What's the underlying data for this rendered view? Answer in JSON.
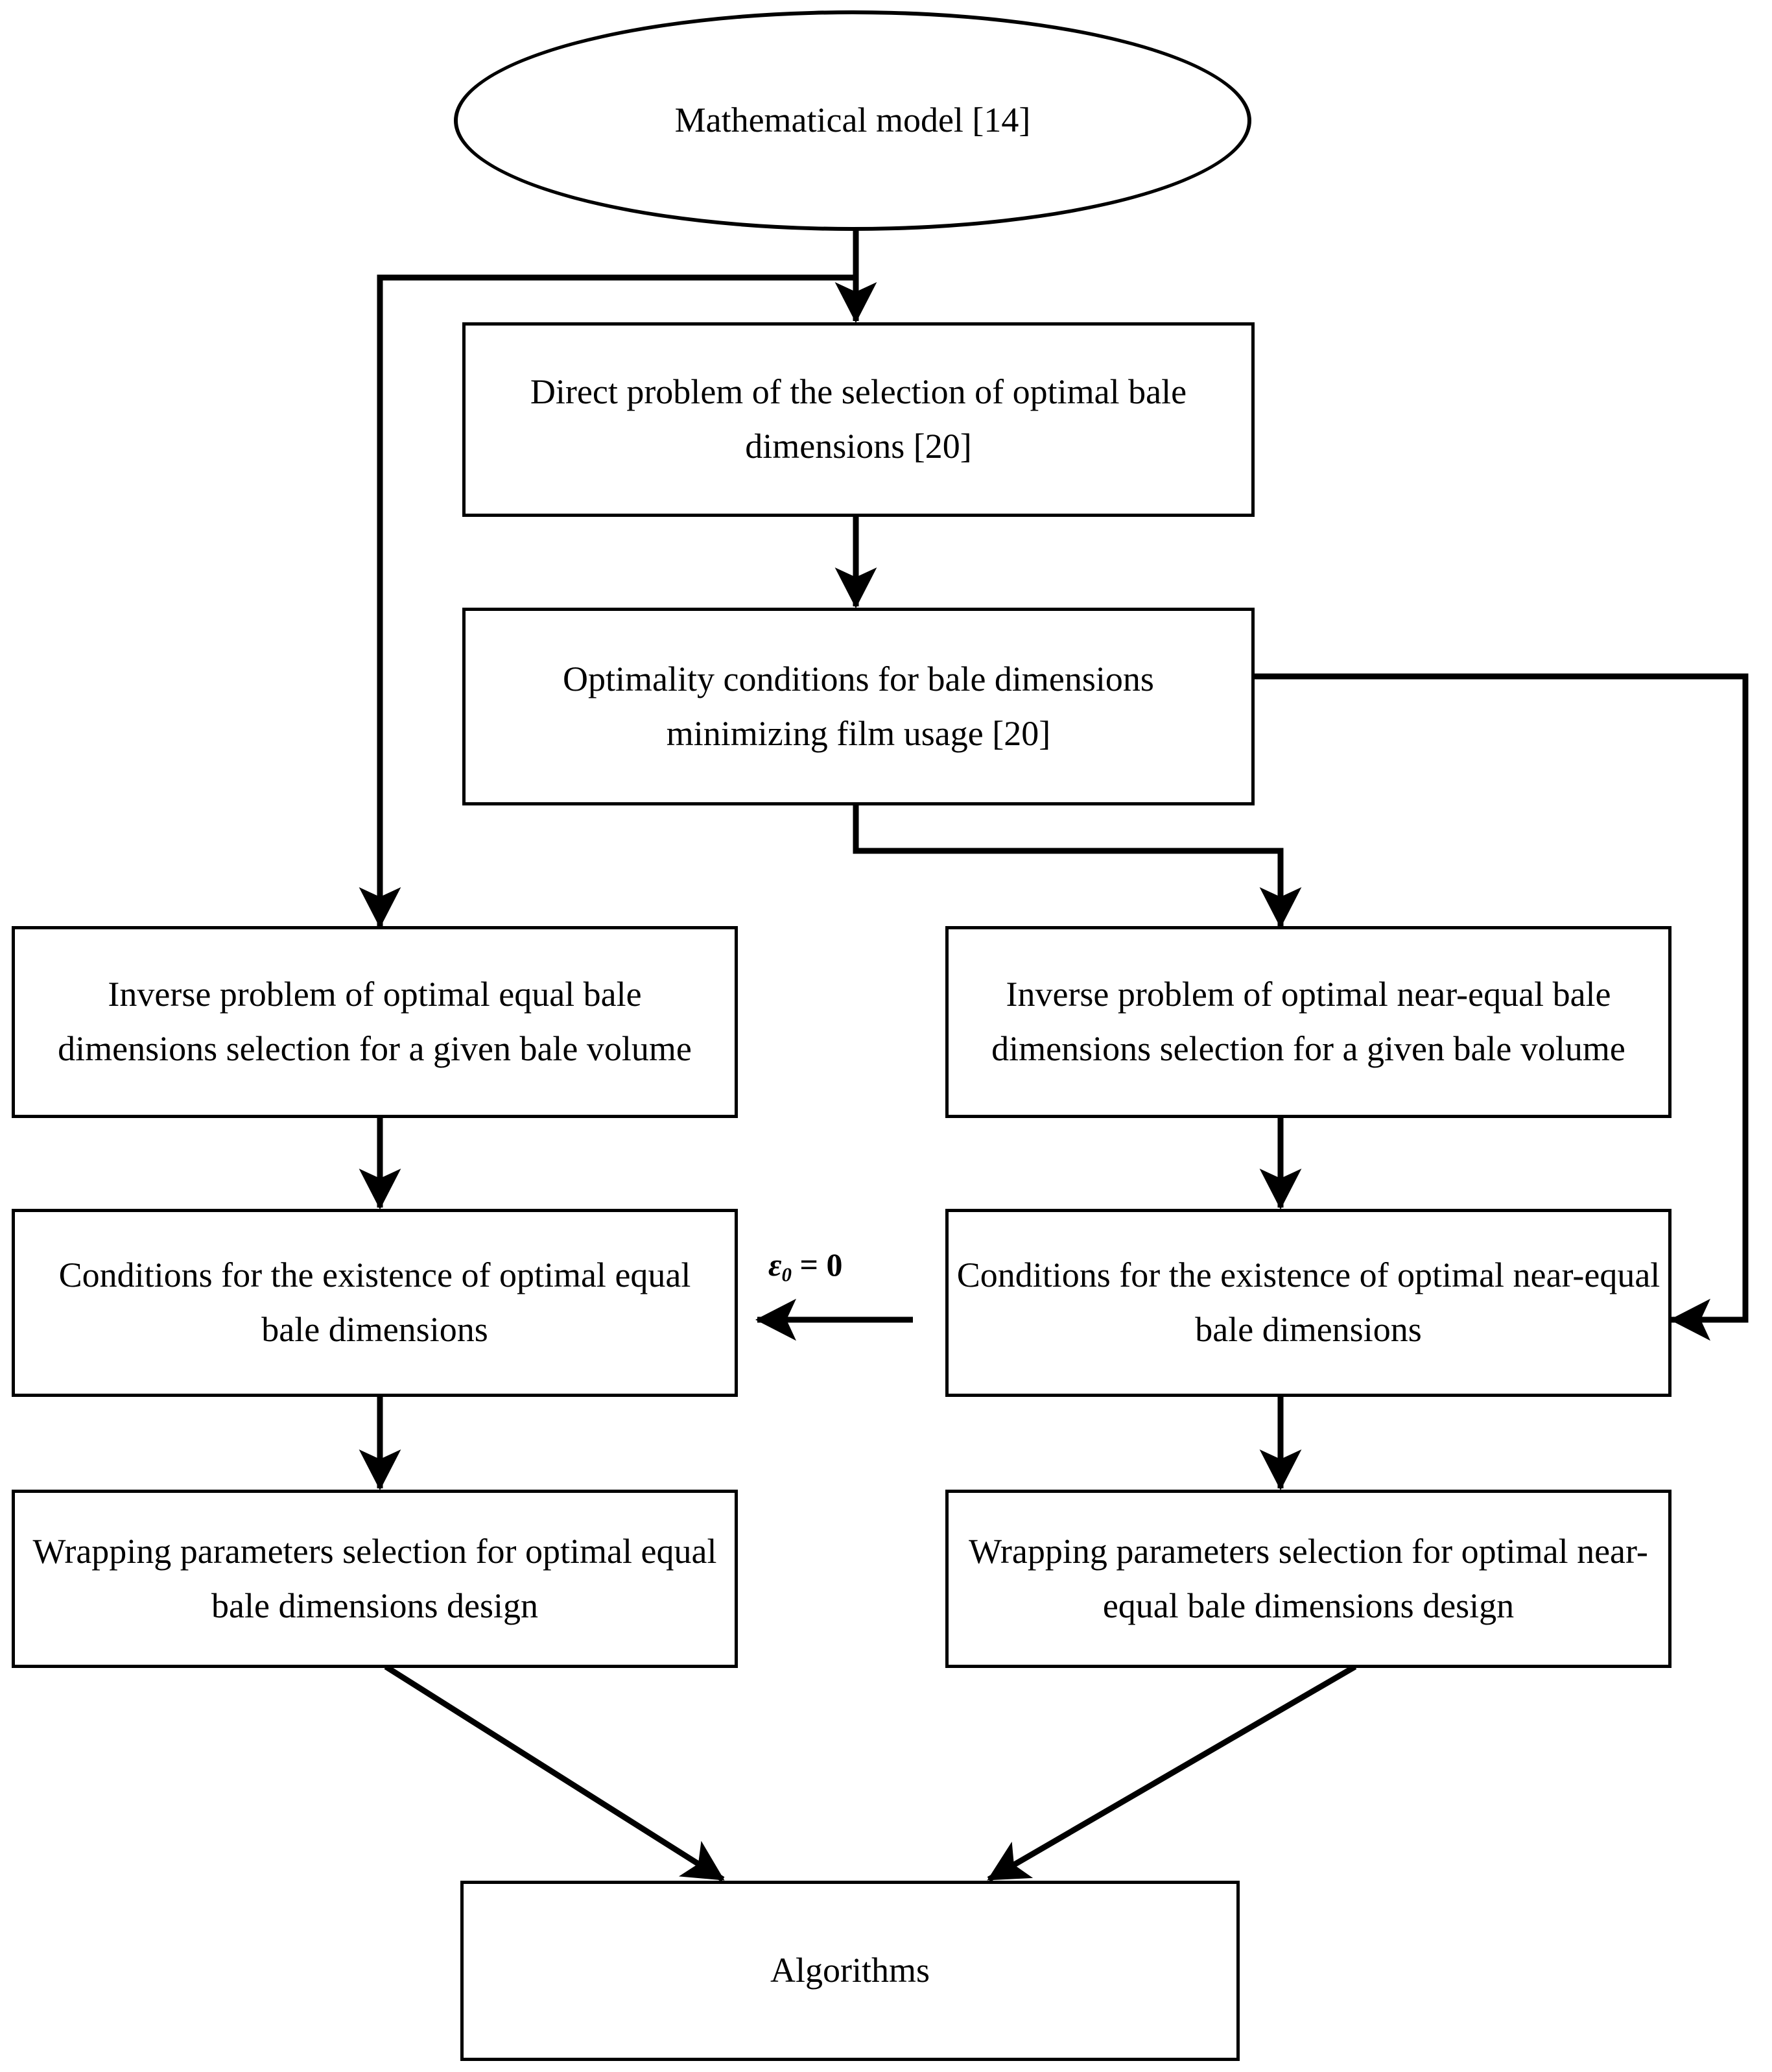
{
  "diagram": {
    "title": "Research methodology flowchart for optimal bale dimensions selection",
    "background_color": "#ffffff",
    "line_color": "#000000",
    "text_color": "#000000",
    "nodes": [
      {
        "id": "mathematical-model",
        "shape": "ellipse",
        "label": "Mathematical model [14]"
      },
      {
        "id": "direct-problem",
        "shape": "rectangle",
        "label": "Direct problem of the selection of optimal bale dimensions [20]"
      },
      {
        "id": "optimality-conditions",
        "shape": "rectangle",
        "label": "Optimality conditions for bale dimensions minimizing film usage [20]"
      },
      {
        "id": "inverse-problem-equal",
        "shape": "rectangle",
        "label": "Inverse problem of optimal equal bale dimensions selection for a given bale volume"
      },
      {
        "id": "inverse-problem-near-equal",
        "shape": "rectangle",
        "label": "Inverse problem of optimal near-equal bale dimensions selection for a given bale volume"
      },
      {
        "id": "conditions-existence-equal",
        "shape": "rectangle",
        "label": "Conditions for the existence of optimal equal bale dimensions"
      },
      {
        "id": "conditions-existence-near-equal",
        "shape": "rectangle",
        "label": "Conditions for the existence of optimal near-equal bale dimensions"
      },
      {
        "id": "wrapping-parameters-equal",
        "shape": "rectangle",
        "label": "Wrapping parameters selection for optimal equal bale dimensions design"
      },
      {
        "id": "wrapping-parameters-near-equal",
        "shape": "rectangle",
        "label": "Wrapping parameters selection for optimal near-equal bale dimensions design"
      },
      {
        "id": "algorithms",
        "shape": "rectangle",
        "label": "Algorithms"
      }
    ],
    "edge_labels": {
      "epsilon_zero": {
        "variable": "ε",
        "subscript": "0",
        "equals": "=",
        "value": "0",
        "full": "ε0 = 0"
      }
    },
    "edges": [
      {
        "from": "mathematical-model",
        "to": "direct-problem",
        "label": ""
      },
      {
        "from": "mathematical-model",
        "to": "inverse-problem-equal",
        "label": ""
      },
      {
        "from": "direct-problem",
        "to": "optimality-conditions",
        "label": ""
      },
      {
        "from": "optimality-conditions",
        "to": "inverse-problem-near-equal",
        "label": ""
      },
      {
        "from": "optimality-conditions",
        "to": "conditions-existence-near-equal",
        "label": ""
      },
      {
        "from": "inverse-problem-equal",
        "to": "conditions-existence-equal",
        "label": ""
      },
      {
        "from": "inverse-problem-near-equal",
        "to": "conditions-existence-near-equal",
        "label": ""
      },
      {
        "from": "conditions-existence-near-equal",
        "to": "conditions-existence-equal",
        "label": "ε0 = 0"
      },
      {
        "from": "conditions-existence-equal",
        "to": "wrapping-parameters-equal",
        "label": ""
      },
      {
        "from": "conditions-existence-near-equal",
        "to": "wrapping-parameters-near-equal",
        "label": ""
      },
      {
        "from": "wrapping-parameters-equal",
        "to": "algorithms",
        "label": ""
      },
      {
        "from": "wrapping-parameters-near-equal",
        "to": "algorithms",
        "label": ""
      }
    ]
  }
}
